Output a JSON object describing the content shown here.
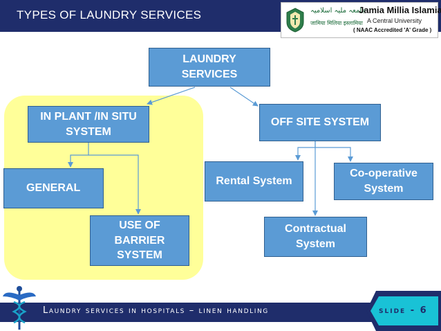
{
  "header": {
    "title": "TYPES OF LAUNDRY SERVICES"
  },
  "logo": {
    "urdu": "جامعہ ملیہ اسلامیہ",
    "hindi": "जामिया मिलिया इस्लामिया",
    "name": "Jamia Millia Islamia",
    "subtitle": "A Central University",
    "accreditation": "( NAAC Accredited 'A' Grade )"
  },
  "diagram": {
    "root": [
      "LAUNDRY",
      "SERVICES"
    ],
    "in_plant": [
      "IN PLANT /IN SITU",
      "SYSTEM"
    ],
    "off_site": "OFF SITE SYSTEM",
    "general": "GENERAL",
    "barrier": [
      "USE OF",
      "BARRIER",
      "SYSTEM"
    ],
    "rental": "Rental System",
    "cooperative": [
      "Co-operative",
      "System"
    ],
    "contractual": [
      "Contractual",
      "System"
    ]
  },
  "colors": {
    "header": "#1f2d6b",
    "box": "#5b9bd5",
    "highlight": "#ffff99"
  },
  "footer": {
    "text": "Laundry services in hospitals – linen handling",
    "slide": "slide - 6"
  }
}
